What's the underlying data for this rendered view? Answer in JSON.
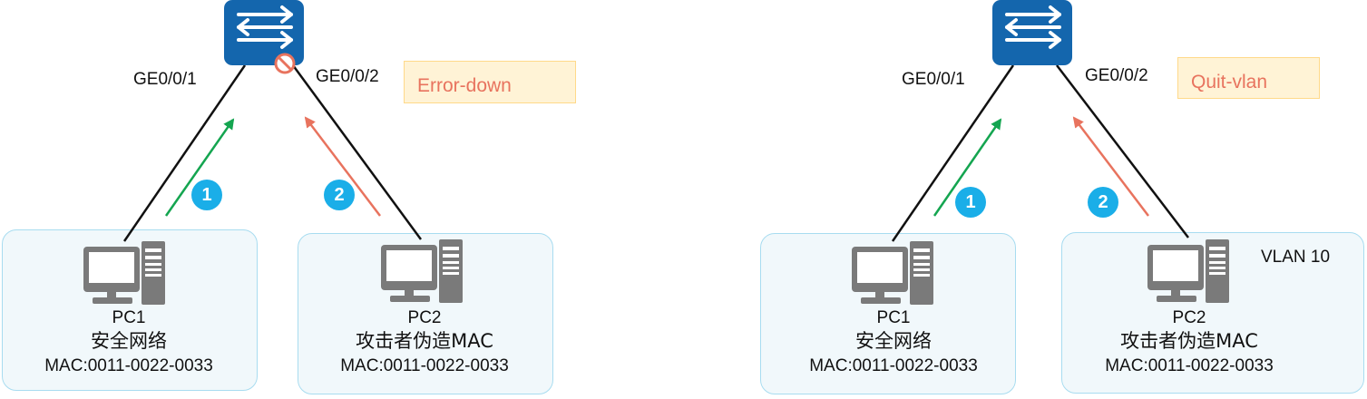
{
  "colors": {
    "switch": "#1466ad",
    "green_arrow": "#14a550",
    "red_arrow": "#e8735e",
    "badge": "#1aaee8",
    "box_border": "#a8dcf0",
    "tag_fill": "#fff3d6"
  },
  "left": {
    "switch_icon": "switch-arrows-icon",
    "blocked_icon": "prohibited-icon",
    "port1": "GE0/0/1",
    "port2": "GE0/0/2",
    "action_tag": "Error-down",
    "step1": "1",
    "step2": "2",
    "pc1": {
      "name": "PC1",
      "desc": "安全网络",
      "mac": "MAC:0011-0022-0033"
    },
    "pc2": {
      "name": "PC2",
      "desc": "攻击者伪造MAC",
      "mac": "MAC:0011-0022-0033"
    }
  },
  "right": {
    "switch_icon": "switch-arrows-icon",
    "port1": "GE0/0/1",
    "port2": "GE0/0/2",
    "action_tag": "Quit-vlan",
    "step1": "1",
    "step2": "2",
    "vlan_label": "VLAN 10",
    "pc1": {
      "name": "PC1",
      "desc": "安全网络",
      "mac": "MAC:0011-0022-0033"
    },
    "pc2": {
      "name": "PC2",
      "desc": "攻击者伪造MAC",
      "mac": "MAC:0011-0022-0033"
    }
  }
}
